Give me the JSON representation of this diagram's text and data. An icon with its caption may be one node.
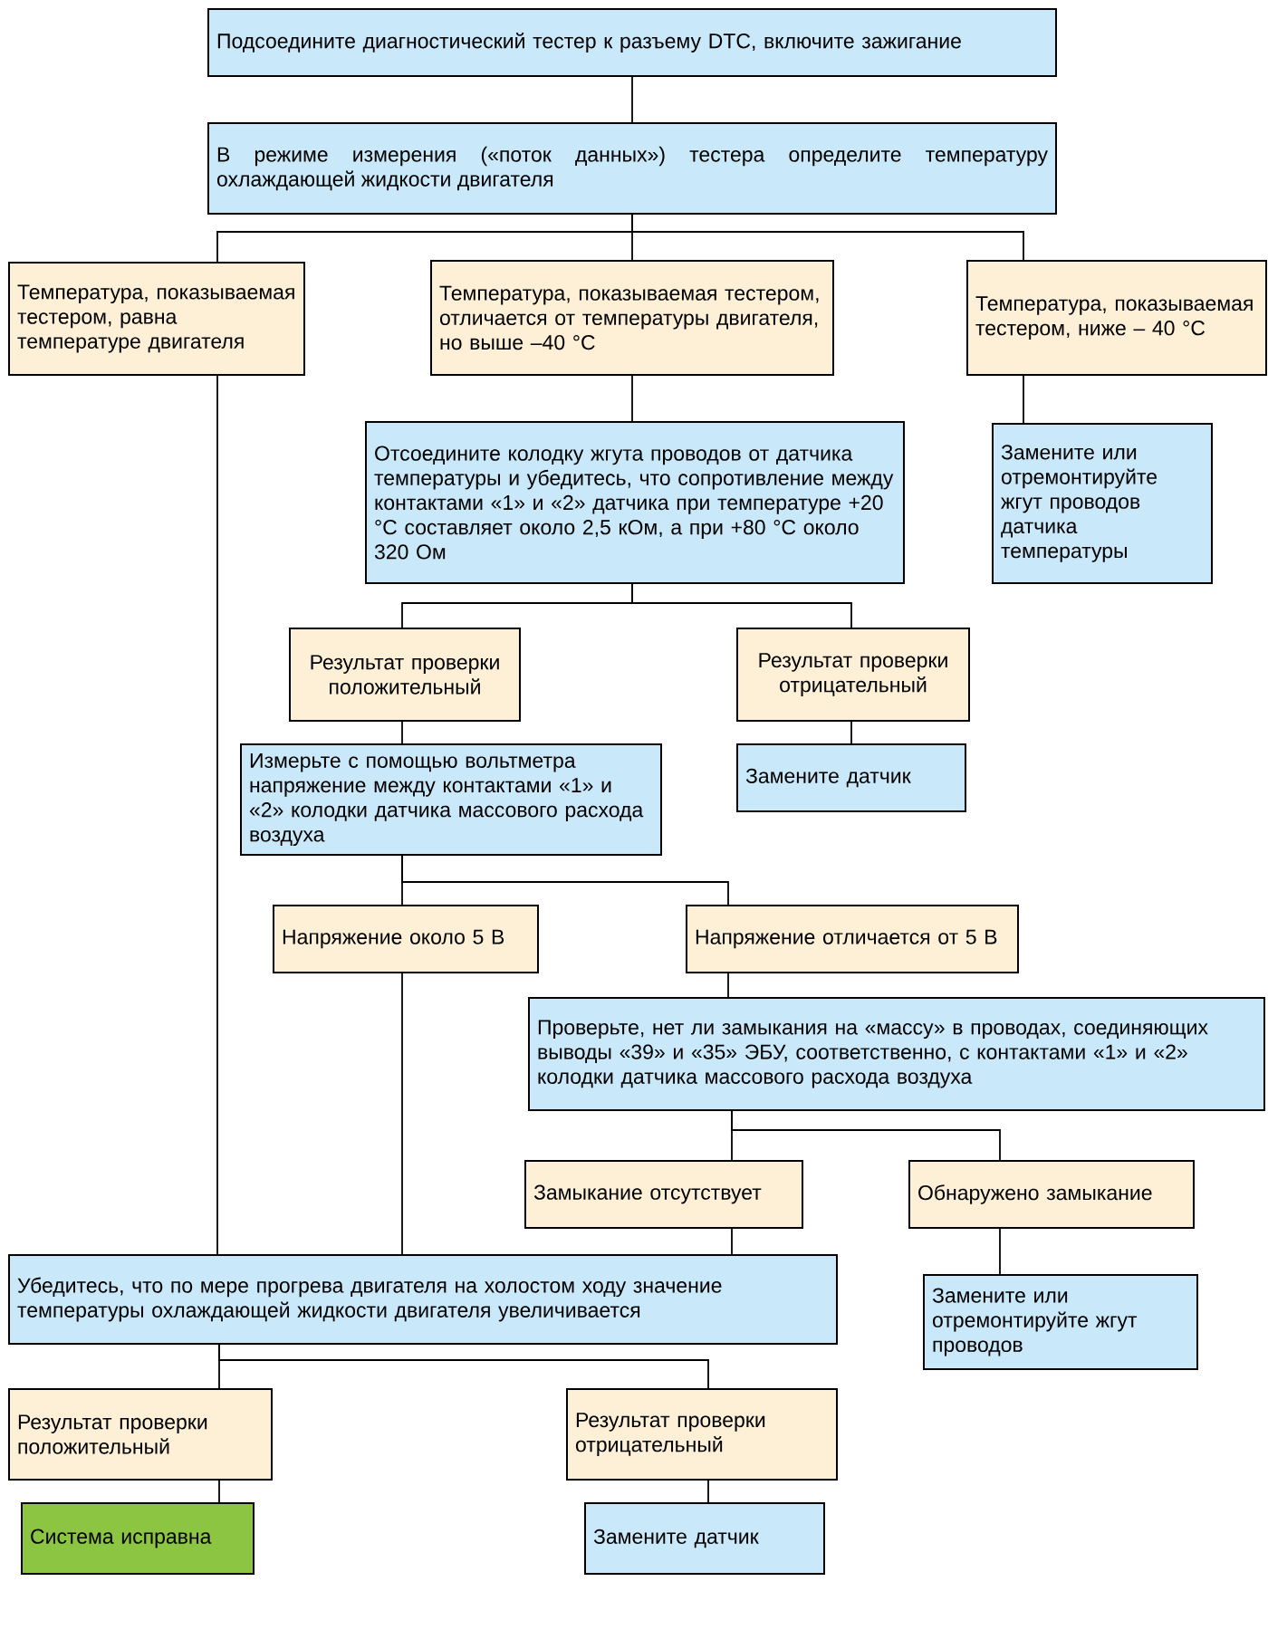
{
  "diagram": {
    "nodes": [
      {
        "text": [
          "Подсоедините диагностический тестер к разъему DTC, включите зажигание"
        ]
      },
      {
        "text": [
          "В режиме измерения («поток данных») тестера определите температуру охлаждающей жидкости двигателя"
        ]
      },
      {
        "text": [
          "Температура, показываемая тестером, равна температуре двигателя"
        ]
      },
      {
        "text": [
          "Температура, показываемая тестером, отличается от температуры двигателя, но выше –40 °C"
        ]
      },
      {
        "text": [
          "Температура, показываемая тестером, ниже – 40 °C"
        ]
      },
      {
        "text": [
          "Отсоедините колодку жгута проводов от датчика температуры и убедитесь, что сопротивление между контактами «1» и «2» датчика при температуре +20 °C составляет около 2,5 кОм, а при +80 °C около 320 Ом"
        ]
      },
      {
        "text": [
          "Замените или отремонтируйте жгут проводов датчика температуры"
        ]
      },
      {
        "text": [
          "Результат проверки положительный"
        ]
      },
      {
        "text": [
          "Результат проверки отрицательный"
        ]
      },
      {
        "text": [
          "Измерьте с помощью вольтметра напряжение между контактами «1» и «2» колодки датчика массового расхода воздуха"
        ]
      },
      {
        "text": [
          "Замените датчик"
        ]
      },
      {
        "text": [
          "Напряжение около 5 В"
        ]
      },
      {
        "text": [
          "Напряжение отличается от 5 В"
        ]
      },
      {
        "text": [
          "Проверьте, нет ли замыкания на «массу» в проводах, соединяющих выводы «39» и «35» ЭБУ, соответственно, с контактами «1» и «2» колодки датчика массового расхода воздуха"
        ]
      },
      {
        "text": [
          "Замыкание отсутствует"
        ]
      },
      {
        "text": [
          "Обнаружено замыкание"
        ]
      },
      {
        "text": [
          "Убедитесь, что по мере прогрева двигателя на холостом ходу значение температуры охлаждающей жидкости двигателя увеличивается"
        ]
      },
      {
        "text": [
          "Замените или отремонтируйте жгут проводов"
        ]
      },
      {
        "text": [
          "Результат проверки положительный"
        ]
      },
      {
        "text": [
          "Результат проверки отрицательный"
        ]
      },
      {
        "text": [
          "Система исправна"
        ]
      },
      {
        "text": [
          "Замените датчик"
        ]
      }
    ],
    "edges": [
      {
        "from": 0,
        "to": 1,
        "arrow": "none"
      },
      {
        "from": 1,
        "to": 2,
        "arrow": "none"
      },
      {
        "from": 1,
        "to": 3,
        "arrow": "none"
      },
      {
        "from": 1,
        "to": 4,
        "arrow": "none"
      },
      {
        "from": 2,
        "to": 16,
        "arrow": "none"
      },
      {
        "from": 3,
        "to": 5,
        "arrow": "none"
      },
      {
        "from": 4,
        "to": 6,
        "arrow": "none"
      },
      {
        "from": 5,
        "to": 7,
        "arrow": "none"
      },
      {
        "from": 5,
        "to": 8,
        "arrow": "none"
      },
      {
        "from": 7,
        "to": 9,
        "arrow": "none"
      },
      {
        "from": 8,
        "to": 10,
        "arrow": "none"
      },
      {
        "from": 9,
        "to": 11,
        "arrow": "none"
      },
      {
        "from": 9,
        "to": 12,
        "arrow": "none"
      },
      {
        "from": 11,
        "to": 16,
        "arrow": "none"
      },
      {
        "from": 12,
        "to": 13,
        "arrow": "none"
      },
      {
        "from": 13,
        "to": 14,
        "arrow": "none"
      },
      {
        "from": 13,
        "to": 15,
        "arrow": "none"
      },
      {
        "from": 14,
        "to": 16,
        "arrow": "none"
      },
      {
        "from": 15,
        "to": 17,
        "arrow": "none"
      },
      {
        "from": 16,
        "to": 18,
        "arrow": "none"
      },
      {
        "from": 16,
        "to": 19,
        "arrow": "none"
      },
      {
        "from": 18,
        "to": 20,
        "arrow": "none"
      },
      {
        "from": 19,
        "to": 21,
        "arrow": "none"
      }
    ]
  }
}
